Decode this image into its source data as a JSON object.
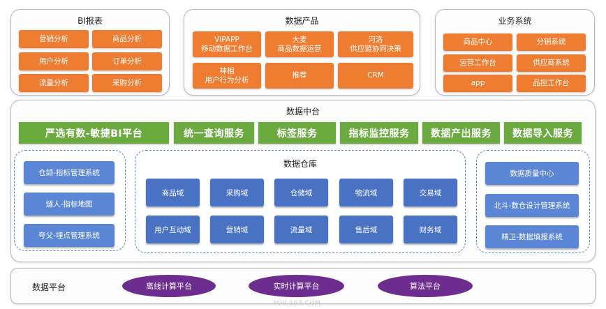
{
  "bi_report": {
    "title": "BI报表",
    "items": [
      "营销分析",
      "商品分析",
      "用户分析",
      "订单分析",
      "流量分析",
      "采购分析"
    ]
  },
  "data_products": {
    "title": "数据产品",
    "items": [
      "VIPAPP\n移动数据工作台",
      "大麦\n商品数据运营",
      "河洛\n供应链协同决策",
      "神相\n用户行为分析",
      "推荐",
      "CRM"
    ]
  },
  "business_systems": {
    "title": "业务系统",
    "items": [
      "商品中心",
      "分销系统",
      "运营工作台",
      "供应商系统",
      "app",
      "品控工作台"
    ]
  },
  "data_middle": {
    "title": "数据中台",
    "services": [
      "严选有数-敏捷BI平台",
      "统一查询服务",
      "标签服务",
      "指标监控服务",
      "数据产出服务",
      "数据导入服务"
    ],
    "left_tools": [
      "仓颉-指标管理系统",
      "燧人-指标地图",
      "夸父-埋点管理系统"
    ],
    "warehouse": {
      "title": "数据仓库",
      "domains": [
        "商品域",
        "采购域",
        "仓储域",
        "物流域",
        "交易域",
        "用户互动域",
        "营销域",
        "流量域",
        "售后域",
        "财务域"
      ]
    },
    "right_tools": [
      "数据质量中心",
      "北斗-数仓设计管理系统",
      "精卫-数据填报系统"
    ]
  },
  "data_platform": {
    "title": "数据平台",
    "items": [
      "离线计算平台",
      "实时计算平台",
      "算法平台"
    ]
  },
  "watermark": "YOU.163.COM",
  "colors": {
    "orange": "#ef7d31",
    "green": "#6aaa3f",
    "blue": "#4a72c4",
    "purple": "#6d2d8f"
  }
}
